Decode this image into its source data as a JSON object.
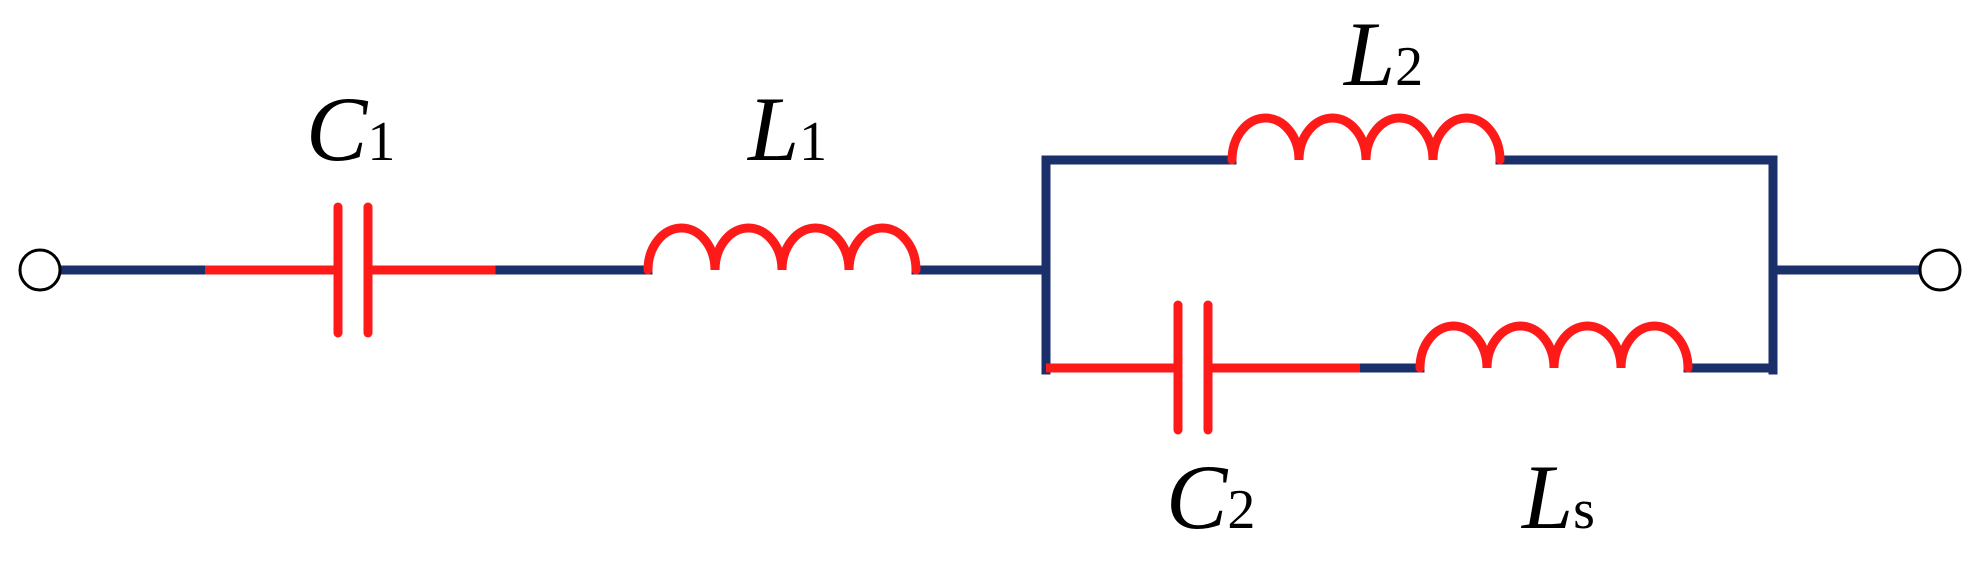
{
  "diagram": {
    "type": "circuit-schematic",
    "colors": {
      "wire": "#1b2f6b",
      "component": "#ff1a1a",
      "terminal_stroke": "#000000",
      "label_text": "#000000"
    },
    "components": [
      {
        "id": "C1",
        "kind": "capacitor",
        "label_main": "C",
        "label_sub": "1",
        "branch": "series"
      },
      {
        "id": "L1",
        "kind": "inductor",
        "label_main": "L",
        "label_sub": "1",
        "branch": "series"
      },
      {
        "id": "L2",
        "kind": "inductor",
        "label_main": "L",
        "label_sub": "2",
        "branch": "parallel-top"
      },
      {
        "id": "C2",
        "kind": "capacitor",
        "label_main": "C",
        "label_sub": "2",
        "branch": "parallel-bottom"
      },
      {
        "id": "Ls",
        "kind": "inductor",
        "label_main": "L",
        "label_sub": "s",
        "branch": "parallel-bottom"
      }
    ],
    "terminals": [
      {
        "id": "input",
        "kind": "open-terminal"
      },
      {
        "id": "output",
        "kind": "open-terminal"
      }
    ]
  }
}
